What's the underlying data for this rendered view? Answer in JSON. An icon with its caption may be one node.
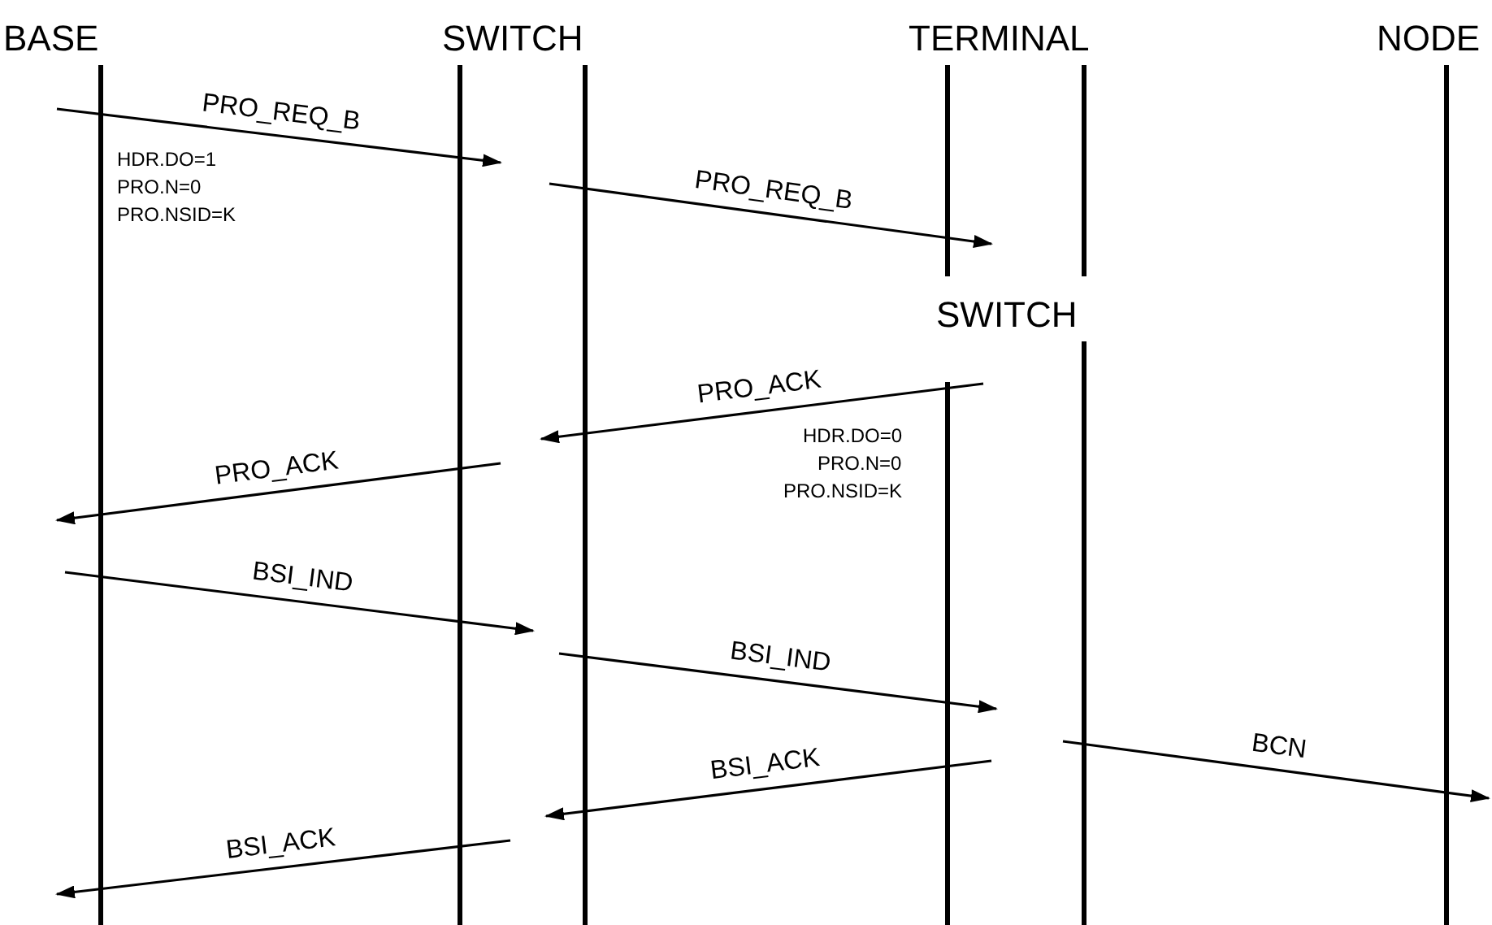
{
  "diagram": {
    "nodes": [
      {
        "text": [
          "BASE"
        ]
      },
      {
        "text": [
          "SWITCH"
        ]
      },
      {
        "text": [
          "TERMINAL"
        ]
      },
      {
        "text": [
          "SWITCH"
        ]
      },
      {
        "text": [
          "NODE"
        ]
      }
    ],
    "edges": [
      {
        "from": 0,
        "to": 1,
        "arrow": "to",
        "label": "PRO_REQ_B"
      },
      {
        "from": 1,
        "to": 2,
        "arrow": "to",
        "label": "PRO_REQ_B"
      },
      {
        "from": 3,
        "to": 1,
        "arrow": "to",
        "label": "PRO_ACK"
      },
      {
        "from": 1,
        "to": 0,
        "arrow": "to",
        "label": "PRO_ACK"
      },
      {
        "from": 0,
        "to": 1,
        "arrow": "to",
        "label": "BSI_IND"
      },
      {
        "from": 1,
        "to": 3,
        "arrow": "to",
        "label": "BSI_IND"
      },
      {
        "from": 3,
        "to": 1,
        "arrow": "to",
        "label": "BSI_ACK"
      },
      {
        "from": 1,
        "to": 0,
        "arrow": "to",
        "label": "BSI_ACK"
      },
      {
        "from": 3,
        "to": 4,
        "arrow": "to",
        "label": "BCN"
      }
    ],
    "labels": [
      "HDR.DO=1",
      "PRO.N=0",
      "PRO.NSID=K",
      "HDR.DO=0",
      "PRO.N=0",
      "PRO.NSID=K"
    ]
  }
}
